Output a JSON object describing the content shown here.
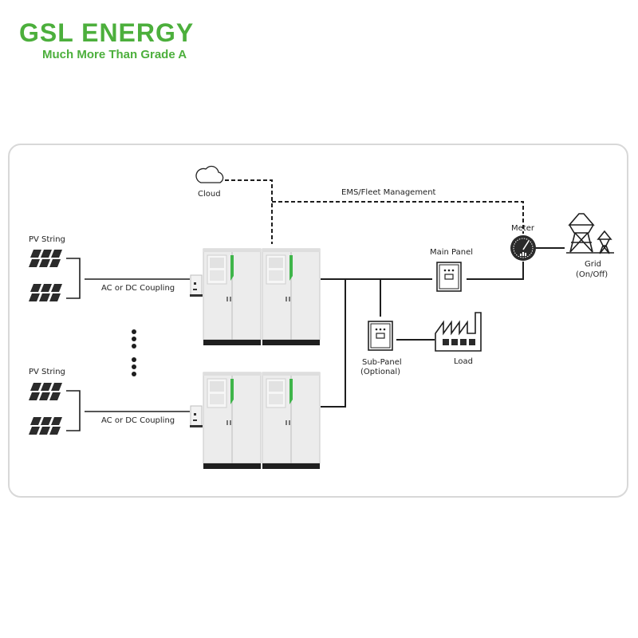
{
  "brand": {
    "name": "GSL ENERGY",
    "tagline": "Much More Than Grade A",
    "color": "#4caf3c"
  },
  "diagram": {
    "nodes": {
      "cloud": "Cloud",
      "ems": "EMS/Fleet Management",
      "pv_string_1": "PV String",
      "pv_string_2": "PV String",
      "coupling_1": "AC or DC Coupling",
      "coupling_2": "AC or DC Coupling",
      "main_panel": "Main Panel",
      "meter": "Meter",
      "grid": "Grid",
      "grid_state": "(On/Off)",
      "sub_panel": "Sub-Panel",
      "sub_panel_note": "(Optional)",
      "load": "Load"
    },
    "accent_color": "#3fb54a",
    "line_color": "#1e1e1e"
  }
}
